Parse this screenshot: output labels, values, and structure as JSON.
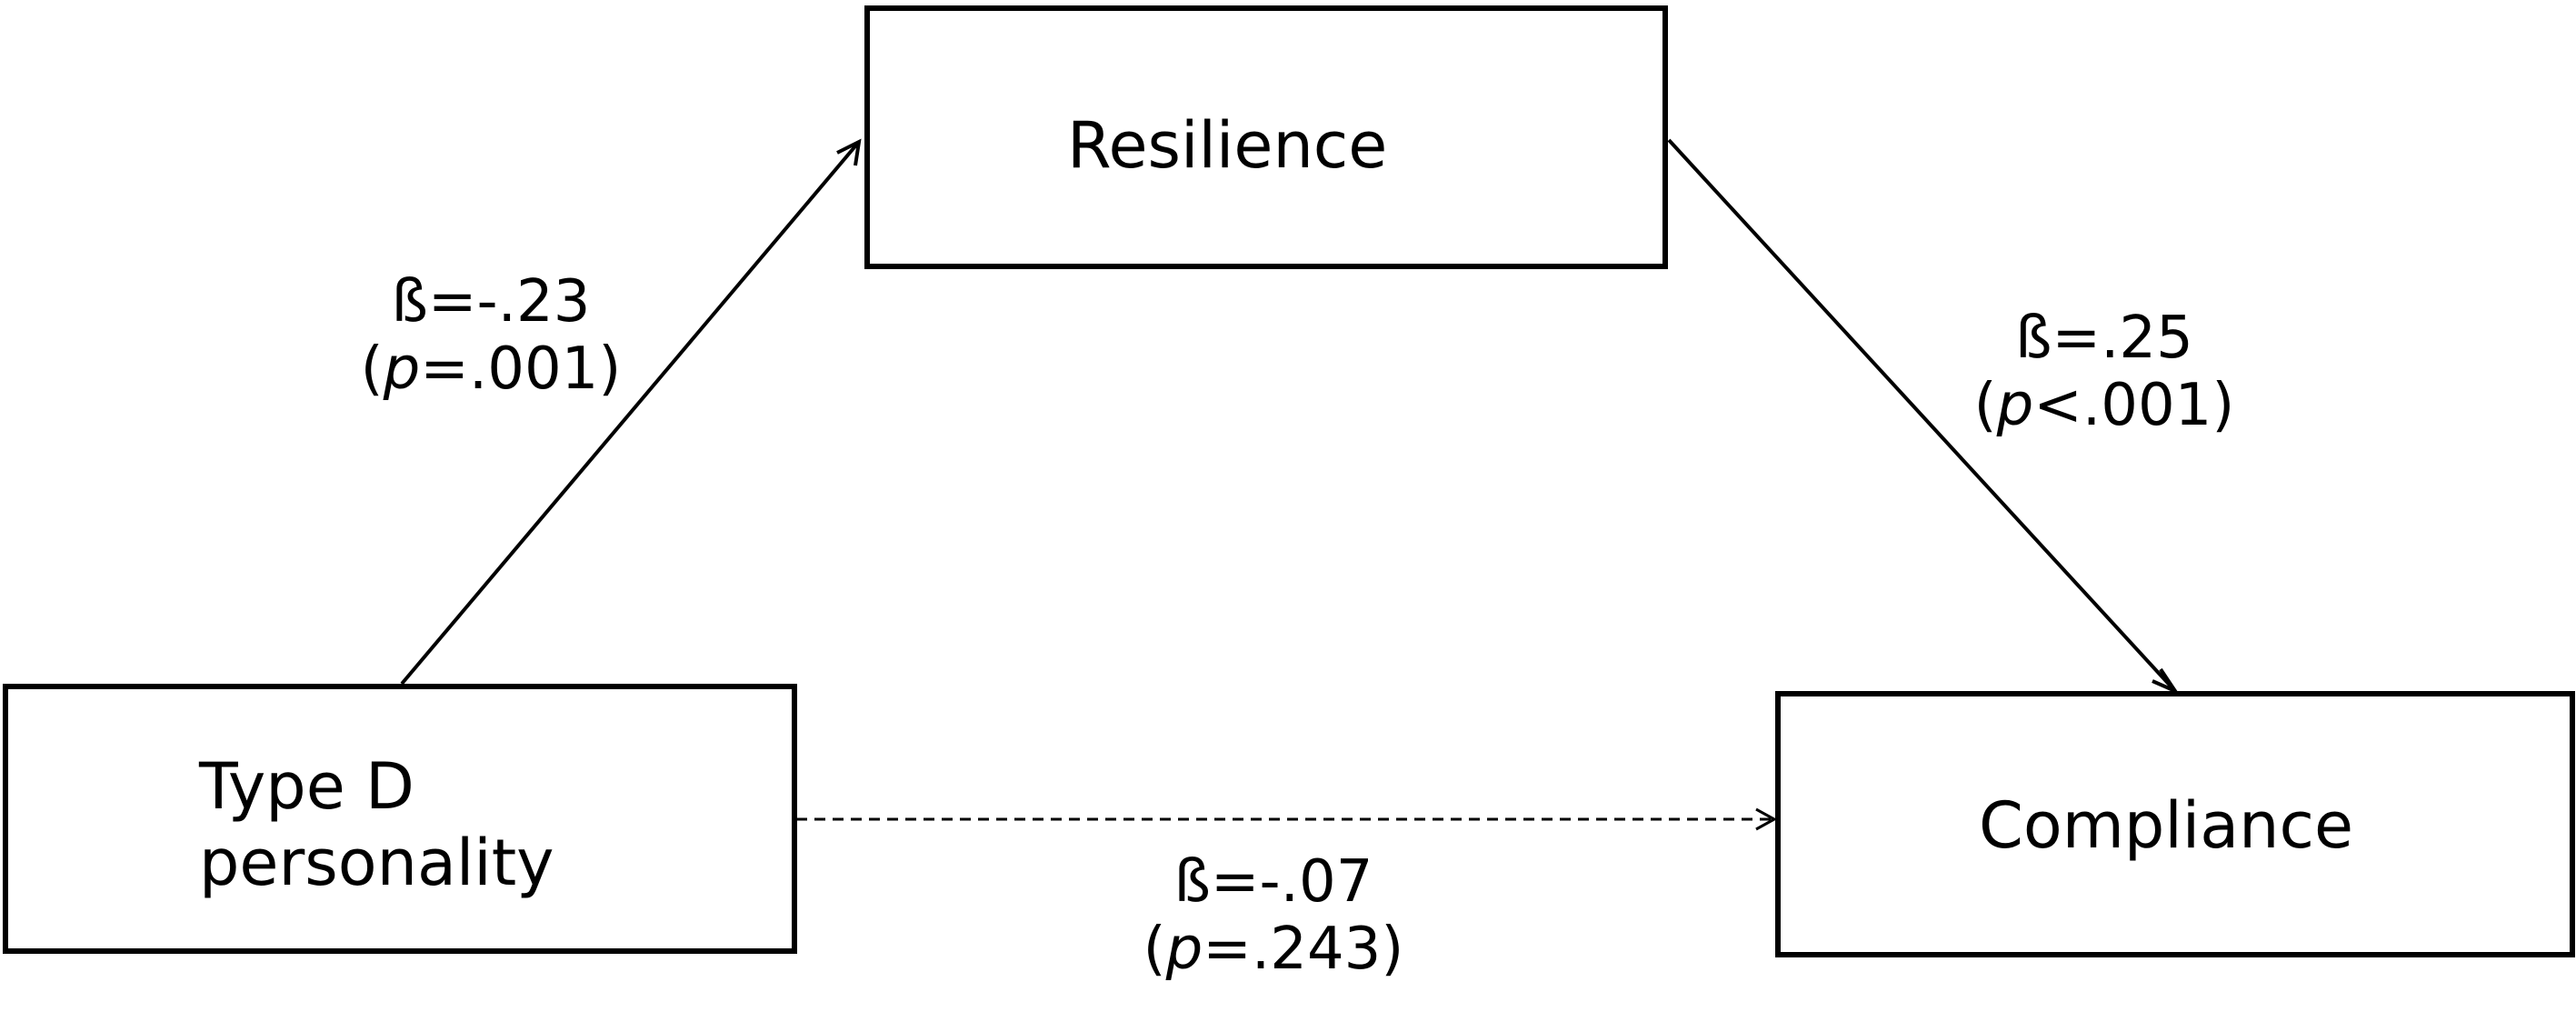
{
  "nodes": {
    "mediator": {
      "label": "Resilience"
    },
    "predictor": {
      "label_line1": "Type D",
      "label_line2": "personality"
    },
    "outcome": {
      "label": "Compliance"
    }
  },
  "paths": {
    "a": {
      "beta": "ß=-.23",
      "p_open": "(",
      "p_symbol": "p",
      "p_value": "=.001)",
      "style": "solid"
    },
    "b": {
      "beta": "ß=.25",
      "p_open": "(",
      "p_symbol": "p",
      "p_value": "<.001)",
      "style": "solid"
    },
    "c_prime": {
      "beta": "ß=-.07",
      "p_open": "(",
      "p_symbol": "p",
      "p_value": "=.243)",
      "style": "dashed"
    }
  },
  "colors": {
    "line": "#000000",
    "background": "#ffffff"
  }
}
